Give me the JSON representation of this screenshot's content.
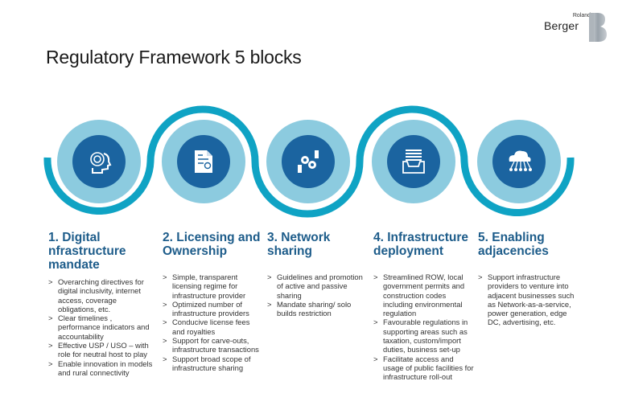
{
  "header": {
    "title": "Regulatory Framework 5 blocks",
    "logo_small": "Roland",
    "logo_big": "Berger"
  },
  "colors": {
    "wave": "#0fa3c4",
    "outer_circle": "#8ccbdf",
    "inner_circle": "#1b64a0",
    "heading": "#1d5c8a"
  },
  "blocks": [
    {
      "icon": "brain-gear-head-icon",
      "heading": "1. Digital nfrastructure mandate",
      "bullets": [
        "Overarching directives for digital inclusivity, internet access, coverage obligations, etc.",
        "Clear timelines , performance indicators and accountability",
        "Effective USP / USO – with role for neutral host to play",
        "Enable innovation in models and rural connectivity"
      ]
    },
    {
      "icon": "certificate-document-icon",
      "heading": "2. Licensing and Ownership",
      "bullets": [
        "Simple, transparent licensing regime for infrastructure provider",
        "Optimized number of infrastructure providers",
        "Conducive license fees and royalties",
        "Support for carve-outs, infrastructure transactions",
        "Support broad scope of infrastructure sharing"
      ]
    },
    {
      "icon": "hands-gears-icon",
      "heading": "3. Network sharing",
      "bullets": [
        "Guidelines and promotion of active and passive sharing",
        "Mandate sharing/ solo builds restriction"
      ]
    },
    {
      "icon": "document-tray-icon",
      "heading": "4. Infrastructure deployment",
      "bullets": [
        "Streamlined ROW, local government permits and construction codes including environmental regulation",
        "Favourable regulations in supporting areas such as taxation, custom/import duties, business set-up",
        "Facilitate access and usage of public facilities for infrastructure roll-out"
      ]
    },
    {
      "icon": "cloud-network-icon",
      "heading": "5. Enabling adjacencies",
      "bullets": [
        "Support infrastructure providers to venture into adjacent businesses such as Network-as-a-service, power generation, edge DC, advertising, etc."
      ]
    }
  ]
}
